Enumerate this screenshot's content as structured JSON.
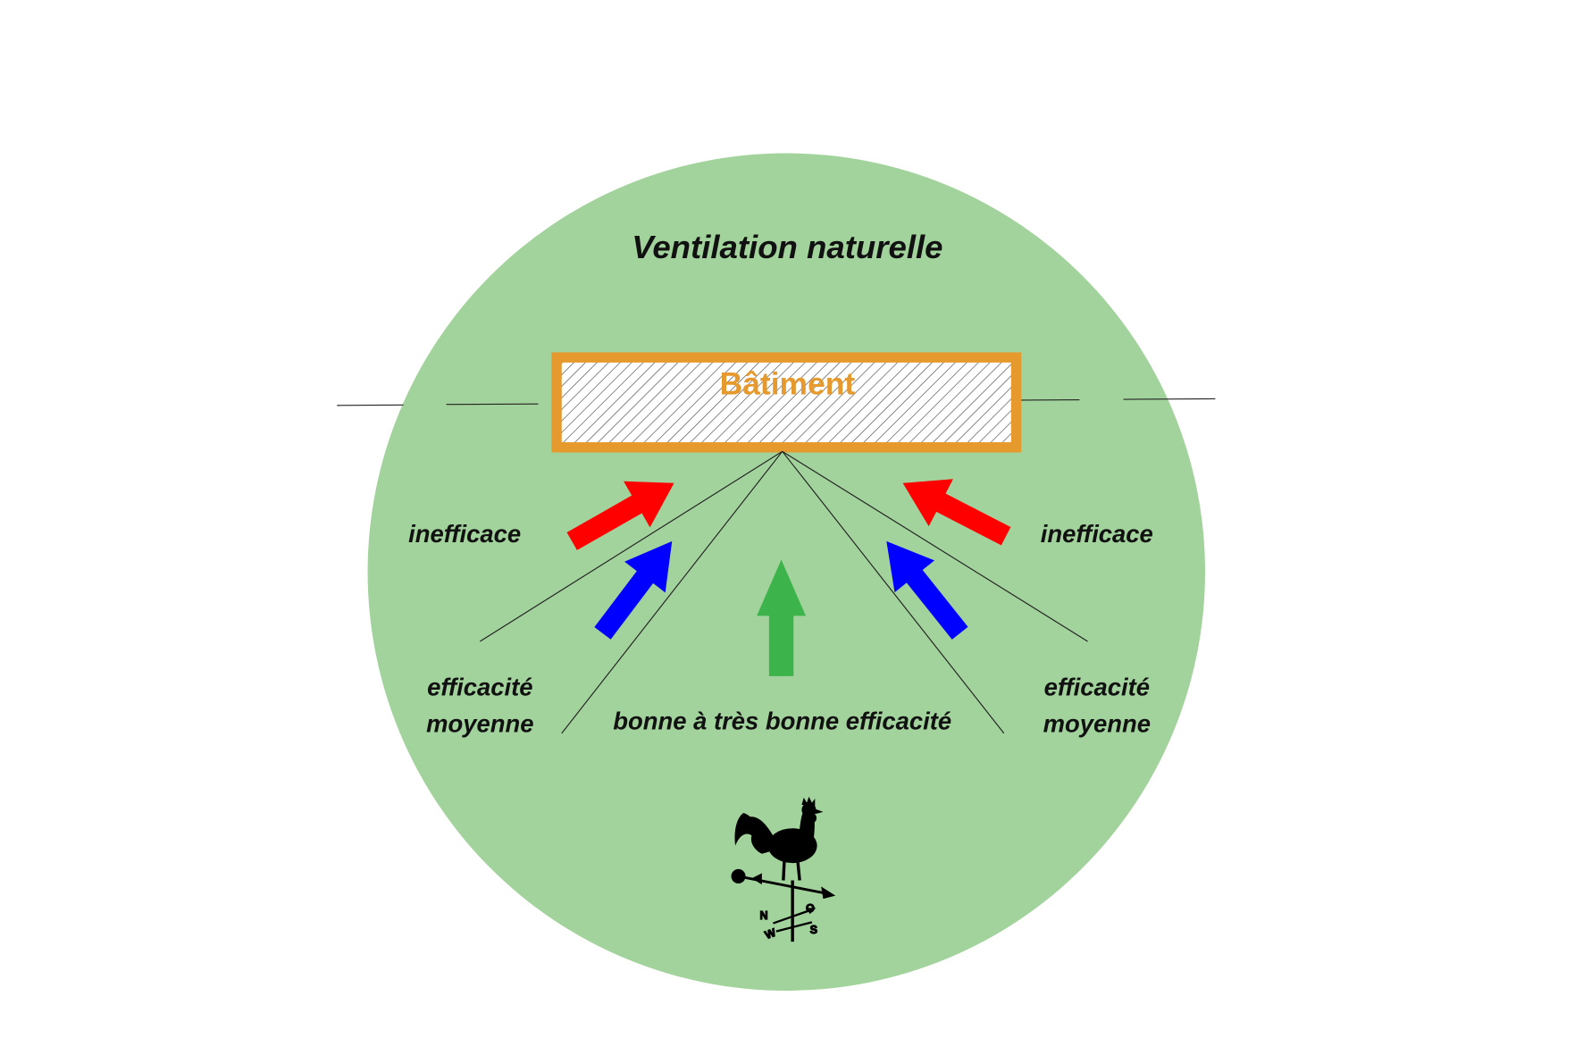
{
  "title": "Ventilation naturelle",
  "building": {
    "label": "Bâtiment"
  },
  "labels": {
    "left_top": "inefficace",
    "right_top": "inefficace",
    "left_mid_line1": "efficacité",
    "left_mid_line2": "moyenne",
    "right_mid_line1": "efficacité",
    "right_mid_line2": "moyenne",
    "center": "bonne à très bonne efficacité"
  },
  "weathervane": {
    "icon": "rooster-weathervane-icon",
    "compass_letters": {
      "n": "N",
      "o": "O",
      "s": "S",
      "w": "W"
    }
  },
  "colors": {
    "circle": "#a3d39c",
    "building_border": "#e69a2e",
    "building_label": "#e69a2e",
    "arrow_inefficace": "#ff0000",
    "arrow_moyenne": "#0000ff",
    "arrow_bonne": "#3cb44b"
  }
}
